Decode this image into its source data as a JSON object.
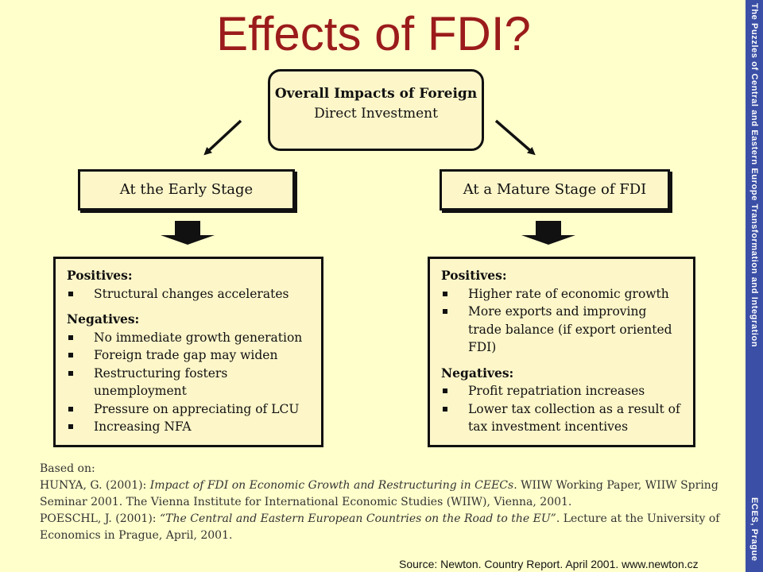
{
  "title": "Effects of FDI?",
  "side_text_top": "The Puzzles of Central and Eastern Europe Transformation and Integration",
  "side_text_bottom": "ECES, Prague",
  "top_box": {
    "line1": "Overall Impacts of Foreign",
    "line2": "Direct Investment"
  },
  "left_stage": {
    "title": "At the Early Stage",
    "positives_label": "Positives:",
    "positives": [
      "Structural changes accelerates"
    ],
    "negatives_label": "Negatives:",
    "negatives": [
      "No immediate growth generation",
      "Foreign trade gap may widen",
      "Restructuring fosters unemployment",
      "Pressure on appreciating of LCU",
      "Increasing NFA"
    ]
  },
  "right_stage": {
    "title": "At a Mature Stage of FDI",
    "positives_label": "Positives:",
    "positives": [
      "Higher rate of economic growth",
      "More exports and improving trade balance (if export oriented FDI)"
    ],
    "negatives_label": "Negatives:",
    "negatives": [
      "Profit repatriation increases",
      "Lower tax collection as a result of tax investment incentives"
    ]
  },
  "references": {
    "based_on": "Based on:",
    "ref1_author": "HUNYA, G. (2001): ",
    "ref1_title": "Impact of FDI on Economic Growth and Restructuring in CEECs",
    "ref1_rest": ". WIIW Working Paper, WIIW Spring Seminar 2001. The Vienna Institute for International Economic Studies (WIIW), Vienna, 2001.",
    "ref2_author": "POESCHL, J. (2001): ",
    "ref2_title": "“The Central and Eastern European Countries on the Road to the EU”",
    "ref2_rest": ". Lecture at the University of Economics in Prague, April, 2001."
  },
  "source": "Source: Newton. Country Report. April 2001. www.newton.cz"
}
